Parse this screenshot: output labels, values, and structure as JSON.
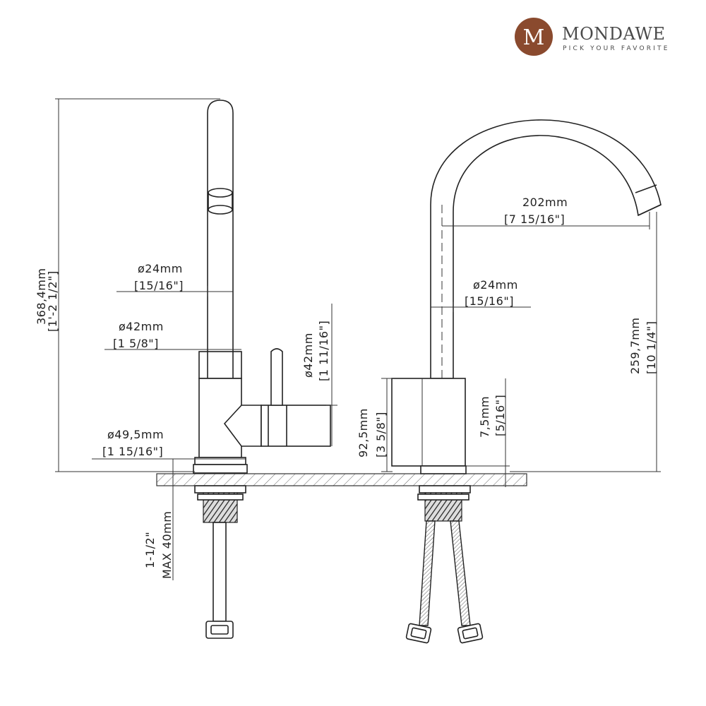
{
  "brand": {
    "logo_letter": "M",
    "name": "MONDAWE",
    "tagline": "PICK YOUR FAVORITE",
    "logo_color": "#8a4a2e"
  },
  "side_view": {
    "height_mm": "368,4mm",
    "height_in": "[1'-2 1/2\"]",
    "spout_dia_mm": "ø24mm",
    "spout_dia_in": "[15/16\"]",
    "neck_dia_mm": "ø42mm",
    "neck_dia_in": "[1 5/8\"]",
    "base_dia_mm": "ø49,5mm",
    "base_dia_in": "[1 15/16\"]",
    "handle_dia_mm": "ø42mm",
    "handle_dia_in": "[1 11/16\"]",
    "deck_thickness_in": "1-1/2\"",
    "deck_thickness_mm": "MAX 40mm"
  },
  "front_view": {
    "reach_mm": "202mm",
    "reach_in": "[7 15/16\"]",
    "spout_dia_mm": "ø24mm",
    "spout_dia_in": "[15/16\"]",
    "body_height_mm": "92,5mm",
    "body_height_in": "[3 5/8\"]",
    "base_height_mm": "7,5mm",
    "base_height_in": "[5/16\"]",
    "spout_height_mm": "259,7mm",
    "spout_height_in": "[10 1/4\"]"
  }
}
